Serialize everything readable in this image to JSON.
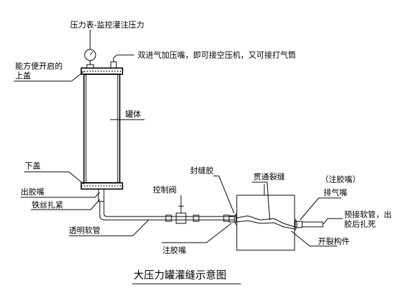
{
  "title": "大压力罐灌缝示意图",
  "labels": {
    "gauge": "压力表-监控灌注压力",
    "dual_inlet": "双进气加压嘴，即可接空压机，又可接打气筒",
    "top_cover_line1": "能方便开启的",
    "top_cover_line2": "上盖",
    "tank_body": "罐体",
    "bottom_cover": "下盖",
    "outlet": "出胶嘴",
    "wire_tie": "铁丝扎紧",
    "hose": "透明软管",
    "valve": "控制阀",
    "seal_glue": "封缝胶",
    "crack": "贯通裂缝",
    "inject_nozzle_note": "（注胶嘴）",
    "exhaust": "排气嘴",
    "prehose_line1": "预接软管，出",
    "prehose_line2": "胶后扎死",
    "inject_nozzle": "注胶嘴",
    "crack_member": "开裂构件"
  }
}
